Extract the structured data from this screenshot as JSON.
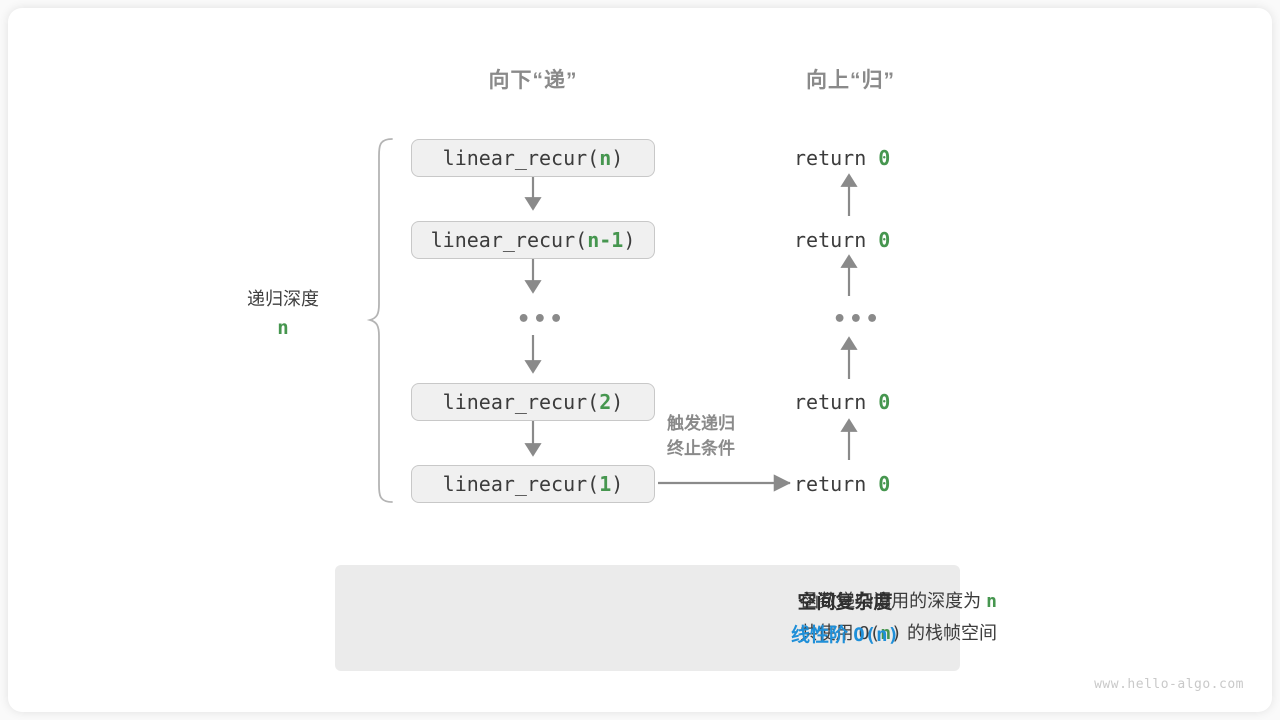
{
  "headings": {
    "down": "向下“递”",
    "up": "向上“归”"
  },
  "depth_label": {
    "text": "递归深度",
    "value": "n"
  },
  "call_stack": [
    {
      "prefix": "linear_recur(",
      "arg": "n",
      "suffix": ")"
    },
    {
      "prefix": "linear_recur(",
      "arg": "n-1",
      "suffix": ")"
    },
    {
      "prefix": "linear_recur(",
      "arg": "2",
      "suffix": ")"
    },
    {
      "prefix": "linear_recur(",
      "arg": "1",
      "suffix": ")"
    }
  ],
  "returns": [
    {
      "keyword": "return ",
      "value": "0"
    },
    {
      "keyword": "return ",
      "value": "0"
    },
    {
      "keyword": "return ",
      "value": "0"
    },
    {
      "keyword": "return ",
      "value": "0"
    }
  ],
  "ellipsis": "•••",
  "termination_note": {
    "line1": "触发递归",
    "line2": "终止条件"
  },
  "summary": {
    "left_line1_a": "函数递归调用的深度为 ",
    "left_line1_b": "n",
    "left_line2_a": "共使用 ",
    "left_line2_b": "O(",
    "left_line2_c": "n",
    "left_line2_d": ")",
    "left_line2_e": " 的栈帧空间",
    "right_title": "空间复杂度",
    "right_value_label": "线性阶 ",
    "right_value_mono": "O(n)"
  },
  "watermark": "www.hello-algo.com",
  "colors": {
    "accent_green": "#46964f",
    "accent_blue": "#1f8fd8",
    "line_gray": "#8a8a8a",
    "box_fill": "#f0f0f0",
    "box_border": "#c8c8c8",
    "panel_fill": "#ebebeb"
  }
}
